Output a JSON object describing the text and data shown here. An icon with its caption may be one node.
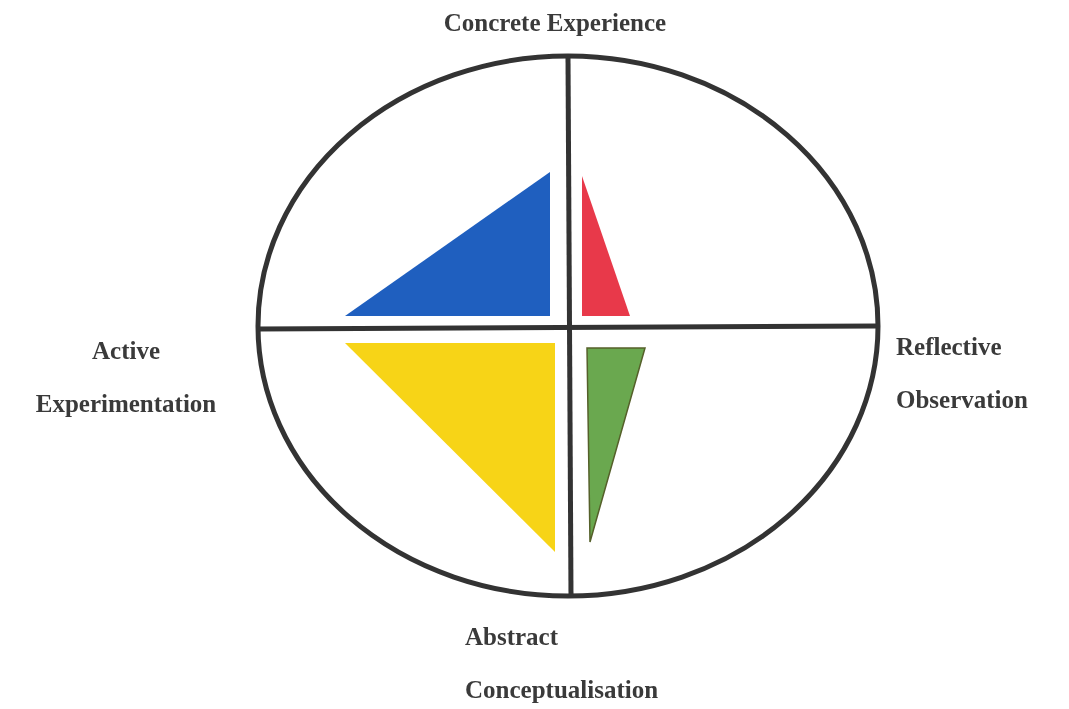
{
  "diagram": {
    "labels": [
      "Concrete Experience",
      "Active Experimentation",
      "Reflective Observation",
      "Abstract Conceptualisation"
    ]
  }
}
